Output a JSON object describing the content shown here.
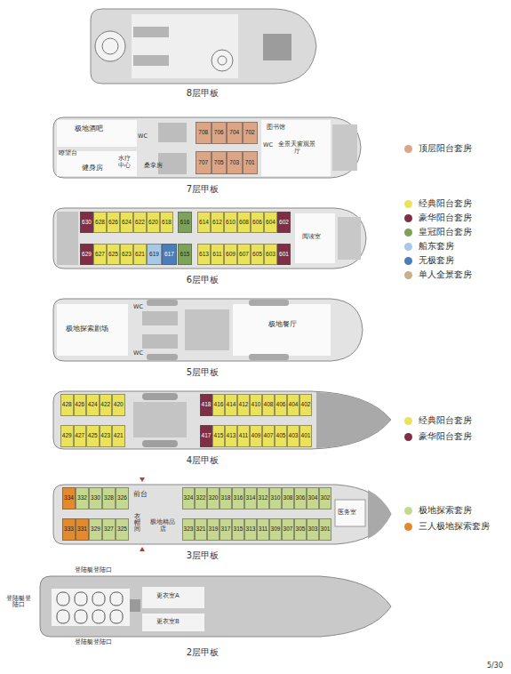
{
  "diagram": {
    "nodes": [
      {
        "text": [
          "708"
        ]
      },
      {
        "text": [
          "706"
        ]
      },
      {
        "text": [
          "704"
        ]
      },
      {
        "text": [
          "702"
        ]
      },
      {
        "text": [
          "707"
        ]
      },
      {
        "text": [
          "705"
        ]
      },
      {
        "text": [
          "703"
        ]
      },
      {
        "text": [
          "701"
        ]
      },
      {
        "text": [
          "630"
        ]
      },
      {
        "text": [
          "628"
        ]
      },
      {
        "text": [
          "626"
        ]
      },
      {
        "text": [
          "624"
        ]
      },
      {
        "text": [
          "622"
        ]
      },
      {
        "text": [
          "620"
        ]
      },
      {
        "text": [
          "618"
        ]
      },
      {
        "text": [
          "616"
        ]
      },
      {
        "text": [
          "614"
        ]
      },
      {
        "text": [
          "612"
        ]
      },
      {
        "text": [
          "610"
        ]
      },
      {
        "text": [
          "608"
        ]
      },
      {
        "text": [
          "606"
        ]
      },
      {
        "text": [
          "604"
        ]
      },
      {
        "text": [
          "602"
        ]
      },
      {
        "text": [
          "629"
        ]
      },
      {
        "text": [
          "627"
        ]
      },
      {
        "text": [
          "625"
        ]
      },
      {
        "text": [
          "623"
        ]
      },
      {
        "text": [
          "621"
        ]
      },
      {
        "text": [
          "619"
        ]
      },
      {
        "text": [
          "617"
        ]
      },
      {
        "text": [
          "615"
        ]
      },
      {
        "text": [
          "613"
        ]
      },
      {
        "text": [
          "611"
        ]
      },
      {
        "text": [
          "609"
        ]
      },
      {
        "text": [
          "607"
        ]
      },
      {
        "text": [
          "605"
        ]
      },
      {
        "text": [
          "603"
        ]
      },
      {
        "text": [
          "601"
        ]
      },
      {
        "text": [
          "428"
        ]
      },
      {
        "text": [
          "426"
        ]
      },
      {
        "text": [
          "424"
        ]
      },
      {
        "text": [
          "422"
        ]
      },
      {
        "text": [
          "420"
        ]
      },
      {
        "text": [
          "418"
        ]
      },
      {
        "text": [
          "416"
        ]
      },
      {
        "text": [
          "414"
        ]
      },
      {
        "text": [
          "412"
        ]
      },
      {
        "text": [
          "410"
        ]
      },
      {
        "text": [
          "408"
        ]
      },
      {
        "text": [
          "406"
        ]
      },
      {
        "text": [
          "404"
        ]
      },
      {
        "text": [
          "402"
        ]
      },
      {
        "text": [
          "429"
        ]
      },
      {
        "text": [
          "427"
        ]
      },
      {
        "text": [
          "425"
        ]
      },
      {
        "text": [
          "423"
        ]
      },
      {
        "text": [
          "421"
        ]
      },
      {
        "text": [
          "417"
        ]
      },
      {
        "text": [
          "415"
        ]
      },
      {
        "text": [
          "413"
        ]
      },
      {
        "text": [
          "411"
        ]
      },
      {
        "text": [
          "409"
        ]
      },
      {
        "text": [
          "407"
        ]
      },
      {
        "text": [
          "405"
        ]
      },
      {
        "text": [
          "403"
        ]
      },
      {
        "text": [
          "401"
        ]
      },
      {
        "text": [
          "334"
        ]
      },
      {
        "text": [
          "332"
        ]
      },
      {
        "text": [
          "330"
        ]
      },
      {
        "text": [
          "328"
        ]
      },
      {
        "text": [
          "326"
        ]
      },
      {
        "text": [
          "324"
        ]
      },
      {
        "text": [
          "322"
        ]
      },
      {
        "text": [
          "320"
        ]
      },
      {
        "text": [
          "318"
        ]
      },
      {
        "text": [
          "316"
        ]
      },
      {
        "text": [
          "314"
        ]
      },
      {
        "text": [
          "312"
        ]
      },
      {
        "text": [
          "310"
        ]
      },
      {
        "text": [
          "308"
        ]
      },
      {
        "text": [
          "306"
        ]
      },
      {
        "text": [
          "304"
        ]
      },
      {
        "text": [
          "302"
        ]
      },
      {
        "text": [
          "333"
        ]
      },
      {
        "text": [
          "331"
        ]
      },
      {
        "text": [
          "329"
        ]
      },
      {
        "text": [
          "327"
        ]
      },
      {
        "text": [
          "325"
        ]
      },
      {
        "text": [
          "323"
        ]
      },
      {
        "text": [
          "321"
        ]
      },
      {
        "text": [
          "319"
        ]
      },
      {
        "text": [
          "317"
        ]
      },
      {
        "text": [
          "315"
        ]
      },
      {
        "text": [
          "313"
        ]
      },
      {
        "text": [
          "311"
        ]
      },
      {
        "text": [
          "309"
        ]
      },
      {
        "text": [
          "307"
        ]
      },
      {
        "text": [
          "305"
        ]
      },
      {
        "text": [
          "303"
        ]
      },
      {
        "text": [
          "301"
        ]
      }
    ],
    "labels": [
      "8层甲板",
      "极地酒吧",
      "WC",
      "瞭望台",
      "健身房",
      "水疗中心",
      "桑拿房",
      "图书馆",
      "WC",
      "全景天窗观景厅",
      "7层甲板",
      "阅读室",
      "6层甲板",
      "极地探索剧场",
      "WC",
      "WC",
      "极地餐厅",
      "5层甲板",
      "4层甲板",
      "前台",
      "衣帽间",
      "极地精品店",
      "医务室",
      "3层甲板",
      "登陆艇登陆口",
      "登陆艇登陆口",
      "登陆艇登陆口",
      "更衣室A",
      "更衣室B",
      "2层甲板",
      "5/30"
    ],
    "legend": [
      {
        "text": "顶层阳台套房",
        "color": "#dca585"
      },
      {
        "text": "经典阳台套房",
        "color": "#ebe25c"
      },
      {
        "text": "豪华阳台套房",
        "color": "#7e2f45"
      },
      {
        "text": "皇冠阳台套房",
        "color": "#7da35a"
      },
      {
        "text": "船东套房",
        "color": "#a9c8e4"
      },
      {
        "text": "无极套房",
        "color": "#4d7db8"
      },
      {
        "text": "单人全景套房",
        "color": "#c8b08a"
      },
      {
        "text": "经典阳台套房",
        "color": "#ebe25c"
      },
      {
        "text": "豪华阳台套房",
        "color": "#7e2f45"
      },
      {
        "text": "极地探索套房",
        "color": "#c6d78f"
      },
      {
        "text": "三人极地探索套房",
        "color": "#e38a2e"
      }
    ]
  }
}
